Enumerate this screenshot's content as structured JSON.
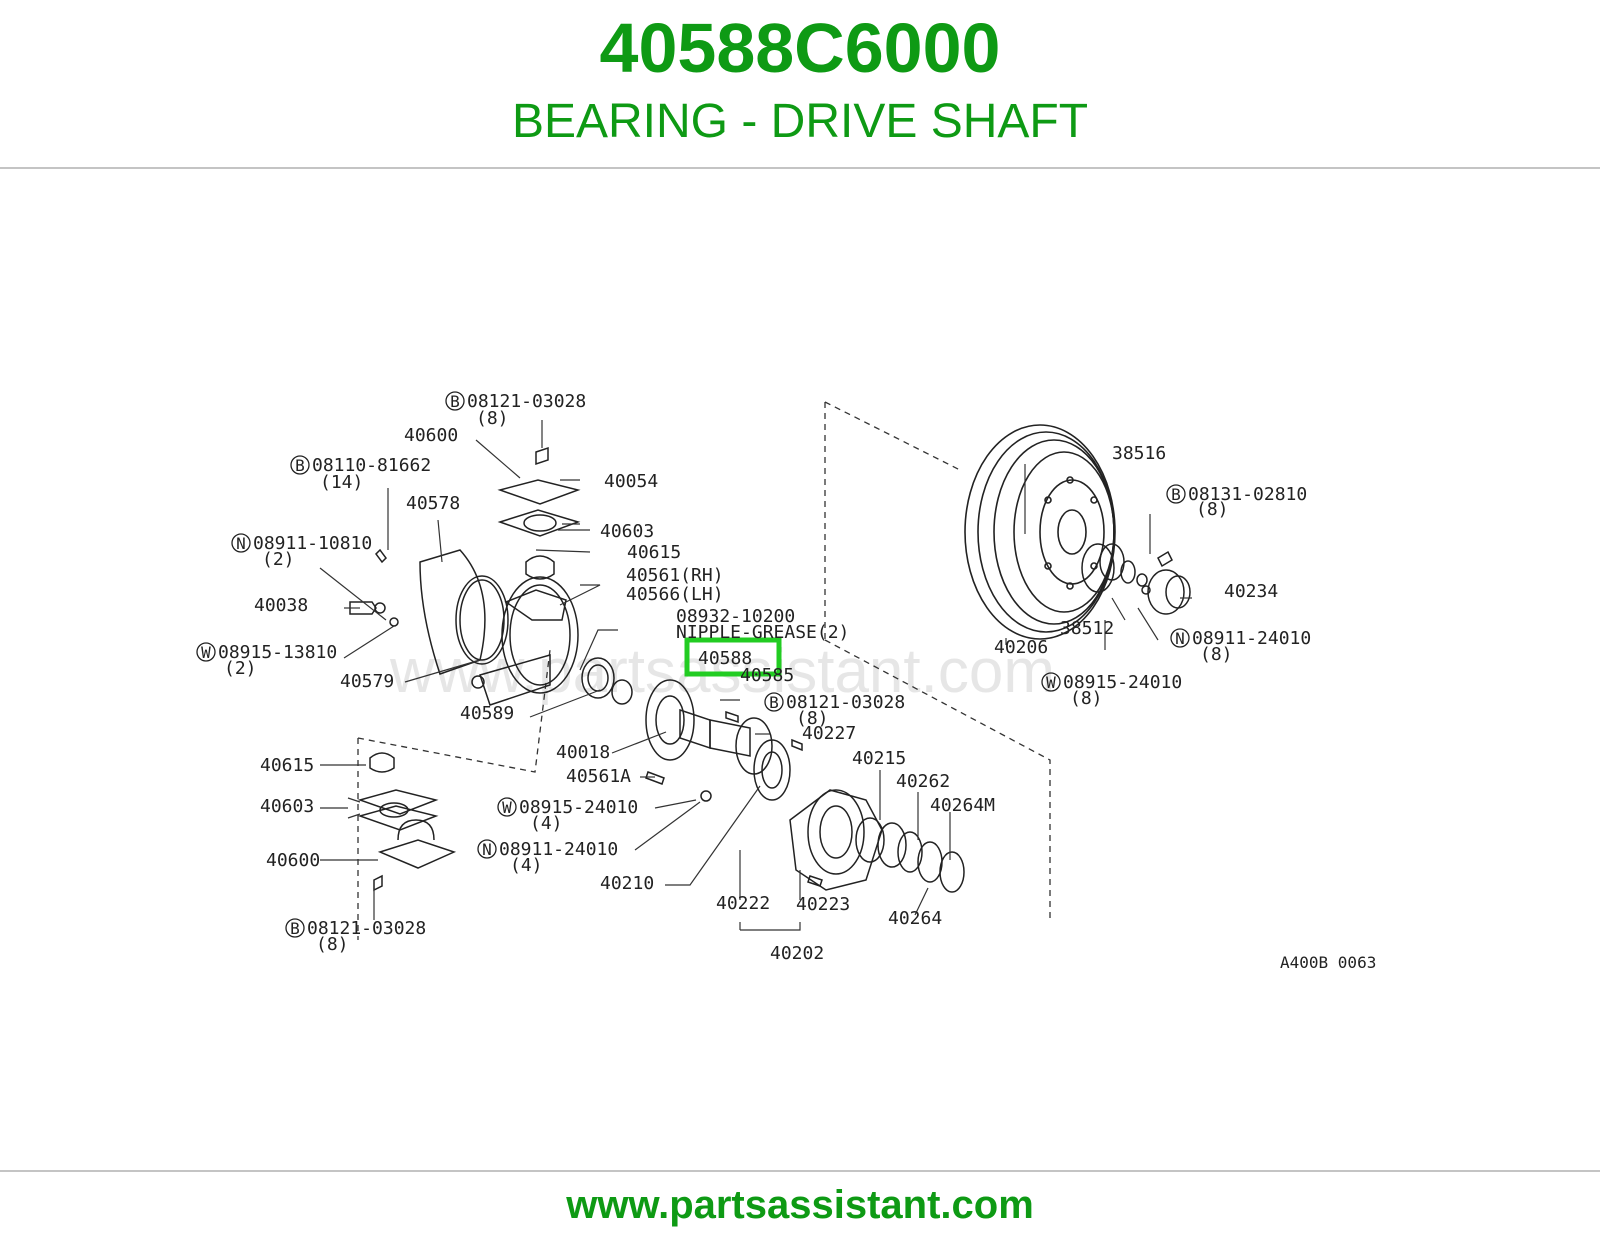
{
  "header": {
    "part_number": "40588C6000",
    "description": "BEARING - DRIVE SHAFT"
  },
  "diagram": {
    "code": "A400B 0063",
    "watermark": "www.partsassistant.com",
    "highlighted_part": "40588",
    "labels": {
      "b_08121_03028_top": "08121-03028",
      "q8_top": "(8)",
      "p40600_top": "40600",
      "b_08110_81662": "08110-81662",
      "q14": "(14)",
      "p40578": "40578",
      "p40054": "40054",
      "p40603_top": "40603",
      "p40615_top": "40615",
      "n_08911_10810": "08911-10810",
      "q2_a": "(2)",
      "p40561_rh": "40561(RH)",
      "p40566_lh": "40566(LH)",
      "p40038": "40038",
      "p08932_10200": "08932-10200",
      "nipple_grease": "NIPPLE-GREASE(2)",
      "w_08915_13810": "08915-13810",
      "q2_b": "(2)",
      "p40579": "40579",
      "p40585": "40585",
      "b_08121_03028_mid": "08121-03028",
      "q8_mid": "(8)",
      "p40589": "40589",
      "p40227": "40227",
      "p40018": "40018",
      "p40215": "40215",
      "p40615_bot": "40615",
      "p40561a": "40561A",
      "p40262": "40262",
      "p40603_bot": "40603",
      "w_08915_24010_mid": "08915-24010",
      "q4_a": "(4)",
      "p40264m": "40264M",
      "n_08911_24010_mid": "08911-24010",
      "q4_b": "(4)",
      "p40600_bot": "40600",
      "p40210": "40210",
      "p40222": "40222",
      "p40223": "40223",
      "p40264": "40264",
      "b_08121_03028_bot": "08121-03028",
      "q8_bot": "(8)",
      "p40202": "40202",
      "p38516": "38516",
      "b_08131_02810": "08131-02810",
      "q8_r1": "(8)",
      "p40234": "40234",
      "p40206": "40206",
      "p38512": "38512",
      "n_08911_24010_r": "08911-24010",
      "q8_r2": "(8)",
      "w_08915_24010_r": "08915-24010",
      "q8_r3": "(8)"
    },
    "markers": {
      "b": "B",
      "n": "N",
      "w": "W"
    }
  },
  "footer": {
    "url": "www.partsassistant.com"
  },
  "colors": {
    "brand_green": "#0e9a14",
    "highlight_green": "#22cc22"
  }
}
